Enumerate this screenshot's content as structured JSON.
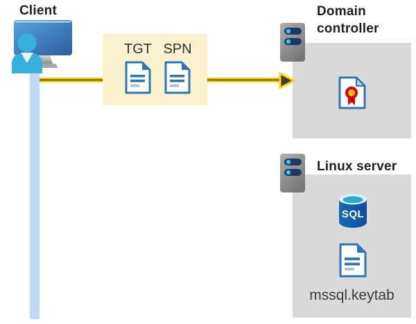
{
  "client": {
    "label": "Client",
    "icon": "client-workstation-icon"
  },
  "connection": {
    "arrow_icon": "arrow-right-icon",
    "arrow_color": "#FFD400"
  },
  "tokens": {
    "box_color": "#FAF2CC",
    "items": [
      {
        "label": "TGT",
        "icon": "document-icon"
      },
      {
        "label": "SPN",
        "icon": "document-icon"
      }
    ]
  },
  "domain_controller": {
    "label": "Domain controller",
    "server_icon": "server-icon",
    "certificate_icon": "certificate-icon",
    "panel_color": "#DADADA"
  },
  "linux_server": {
    "label": "Linux server",
    "server_icon": "server-icon",
    "panel_color": "#DADADA",
    "database": {
      "icon": "sql-database-icon",
      "text": "SQL"
    },
    "keytab": {
      "icon": "document-icon",
      "label": "mssql.keytab"
    }
  },
  "colors": {
    "client_line_blue": "#BFDAF7",
    "doc_blue": "#2E75B6",
    "doc_light_blue": "#9DC3E6",
    "server_bar_navy": "#1F3864",
    "sql_body_blue": "#1563AF",
    "rosette_red": "#D0021B",
    "rosette_yellow": "#FFC000"
  }
}
